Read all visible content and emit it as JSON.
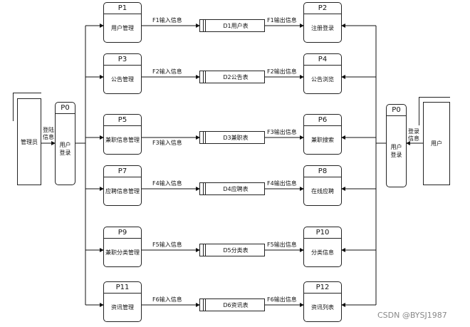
{
  "diagram": {
    "entities": [
      {
        "id": "admin",
        "label": "管理员"
      },
      {
        "id": "user",
        "label": "用户"
      }
    ],
    "login_processes": [
      {
        "id": "P0",
        "label": "用户登录",
        "side": "left"
      },
      {
        "id": "P0",
        "label": "用户登录",
        "side": "right"
      }
    ],
    "login_flow_labels": [
      {
        "side": "left",
        "label": "登陆信息"
      },
      {
        "side": "right",
        "label": "登录信息"
      }
    ],
    "rows": [
      {
        "left_id": "P1",
        "left_label": "用户管理",
        "in_flow": "F1输入信息",
        "store": "D1用户表",
        "out_flow": "F1输出信息",
        "right_id": "P2",
        "right_label": "注册登录"
      },
      {
        "left_id": "P3",
        "left_label": "公告管理",
        "in_flow": "F2输入信息",
        "store": "D2公告表",
        "out_flow": "F2输出信息",
        "right_id": "P4",
        "right_label": "公告浏览"
      },
      {
        "left_id": "P5",
        "left_label": "兼职信息管理",
        "in_flow": "F3输入信息",
        "store": "D3兼职表",
        "out_flow": "F3输出信息",
        "right_id": "P6",
        "right_label": "兼职搜索"
      },
      {
        "left_id": "P7",
        "left_label": "应聘信息管理",
        "in_flow": "F4输入信息",
        "store": "D4应聘表",
        "out_flow": "F4输出信息",
        "right_id": "P8",
        "right_label": "在线应聘"
      },
      {
        "left_id": "P9",
        "left_label": "兼职分类管理",
        "in_flow": "F5输入信息",
        "store": "D5分类表",
        "out_flow": "F5输出信息",
        "right_id": "P10",
        "right_label": "分类信息"
      },
      {
        "left_id": "P11",
        "left_label": "资讯管理",
        "in_flow": "F6输入信息",
        "store": "D6资讯表",
        "out_flow": "F6输出信息",
        "right_id": "P12",
        "right_label": "资讯列表"
      }
    ]
  },
  "watermark": "CSDN @BYSJ1987"
}
